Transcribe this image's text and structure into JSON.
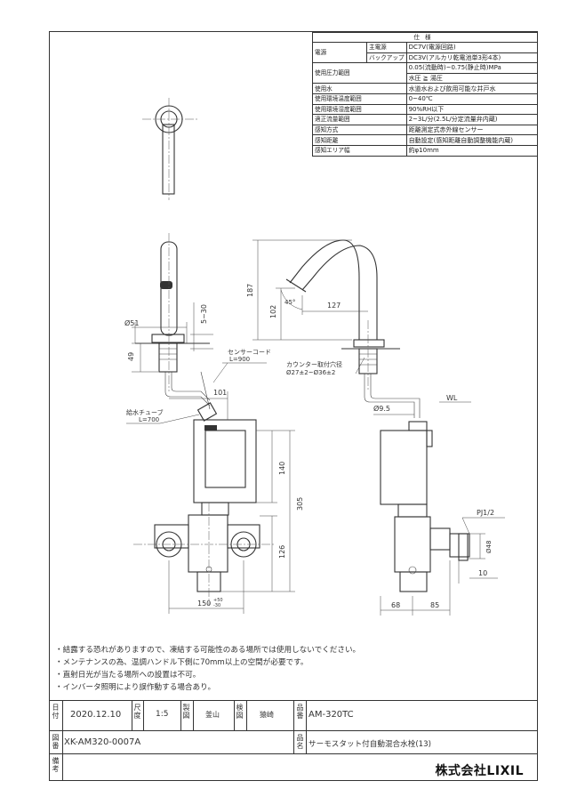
{
  "spec": {
    "header": "仕様",
    "rows": [
      {
        "label": "電源",
        "sub": "主電源",
        "value": "DC7V(電源回路)"
      },
      {
        "label": "",
        "sub": "バックアップ",
        "value": "DC3V(アルカリ乾電池単3形4本)"
      },
      {
        "label": "使用圧力範囲",
        "sub": "",
        "value": "0.05(流動時)~0.75(静止時)MPa"
      },
      {
        "label": "",
        "sub": "",
        "value": "水圧 ≧ 湯圧"
      },
      {
        "label": "使用水",
        "sub": "",
        "value": "水道水および飲用可能な井戸水"
      },
      {
        "label": "使用環境温度範囲",
        "sub": "",
        "value": "0~40℃"
      },
      {
        "label": "使用環境湿度範囲",
        "sub": "",
        "value": "90%RH以下"
      },
      {
        "label": "適正流量範囲",
        "sub": "",
        "value": "2~3L/分(2.5L/分定流量弁内蔵)"
      },
      {
        "label": "感知方式",
        "sub": "",
        "value": "距離測定式赤外線センサー"
      },
      {
        "label": "感知距離",
        "sub": "",
        "value": "自動設定(感知距離自動調整機能内蔵)"
      },
      {
        "label": "感知エリア幅",
        "sub": "",
        "value": "約φ10mm"
      }
    ]
  },
  "drawing": {
    "labels": {
      "phi51": "Ø51",
      "d49": "49",
      "d5_30": "5~30",
      "d187": "187",
      "d102": "102",
      "d127": "127",
      "deg45": "45°",
      "sensor_cord": "センサーコード",
      "sensor_len": "L=900",
      "d101": "101",
      "supply_tube": "給水チューブ",
      "supply_len": "L=700",
      "counter_hole": "カウンター取付穴径",
      "counter_dim": "Ø27±2~Ø36±2",
      "phi9_5": "Ø9.5",
      "wl": "WL",
      "d140": "140",
      "d305": "305",
      "d126": "126",
      "d150": "150",
      "d150_tol_up": "+50",
      "d150_tol_dn": "-30",
      "pj": "PJ1/2",
      "phi48": "Ø48",
      "d10": "10",
      "d68": "68",
      "d85": "85"
    }
  },
  "notes": [
    "・結露する恐れがありますので、凍結する可能性のある場所では使用しないでください。",
    "・メンテナンスの為、温調ハンドル下側に70mm以上の空間が必要です。",
    "・直射日光が当たる場所への設置は不可。",
    "・インバータ照明により誤作動する場合あり。"
  ],
  "titleblock": {
    "date_label": "日付",
    "date": "2020.12.10",
    "scale_label": "尺度",
    "scale": "1:5",
    "drawn_label": "製図",
    "drawn": "釜山",
    "check_label": "検図",
    "check": "猿崎",
    "partno_label": "品番",
    "partno": "AM-320TC",
    "drawing_label": "図番",
    "drawing_no": "XK-AM320-0007A",
    "name_label": "品名",
    "name": "サーモスタット付自動混合水栓(13)",
    "remarks_label": "備考",
    "company": "株式会社LIXIL"
  }
}
